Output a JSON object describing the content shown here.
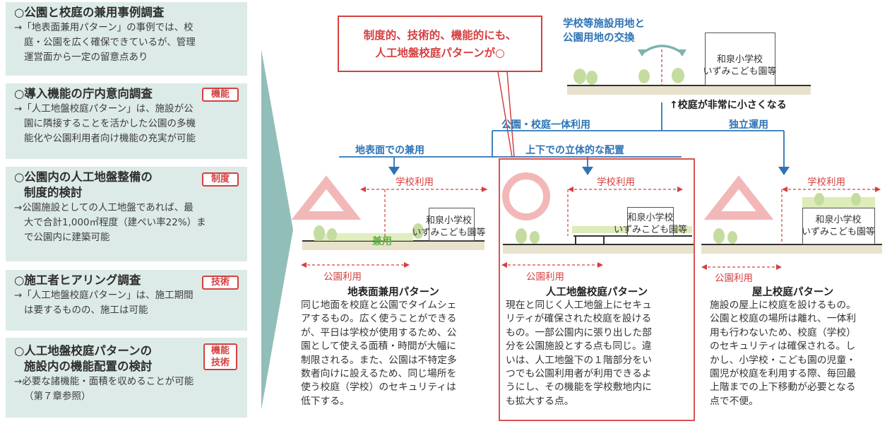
{
  "left_panel": [
    {
      "title": "○公園と校庭の兼用事例調査",
      "tag": "",
      "lines": [
        "→「地表面兼用パターン」の事例では、校",
        "庭・公園を広く確保できているが、管理",
        "運営面から一定の留意点あり"
      ]
    },
    {
      "title": "○導入機能の庁内意向調査",
      "tag": "機能",
      "lines": [
        "→「人工地盤校庭パターン」は、施設が公",
        "園に隣接することを活かした公園の多機",
        "能化や公園利用者向け機能の充実が可能"
      ]
    },
    {
      "title": "○公園内の人工地盤整備の",
      "title2": "制度的検討",
      "tag": "制度",
      "lines": [
        "→公園施設としての人工地盤であれば、最",
        "大で合計1,000㎡程度（建ぺい率22%）ま",
        "で公園内に建築可能"
      ]
    },
    {
      "title": "○施工者ヒアリング調査",
      "tag": "技術",
      "lines": [
        "→「人工地盤校庭パターン」は、施工期間",
        "は要するものの、施工は可能"
      ]
    },
    {
      "title": "○人工地盤校庭パターンの",
      "title2": "施設内の機能配置の検討",
      "tag": "機能",
      "tag2": "技術",
      "lines": [
        "→必要な諸機能・面積を収めることが可能",
        "（第７章参照）"
      ]
    }
  ],
  "callout": {
    "line1": "制度的、技術的、機能的にも、",
    "line2": "人工地盤校庭パターンが○"
  },
  "top_diagram": {
    "title_line1": "学校等施設用地と",
    "title_line2": "公園用地の交換",
    "school_line1": "和泉小学校",
    "school_line2": "いずみこども園等",
    "note": "↑校庭が非常に小さくなる"
  },
  "flow": {
    "joint_use": "公園・校庭一体利用",
    "independent": "独立運用",
    "surface": "地表面での兼用",
    "vertical": "上下での立体的な配置"
  },
  "patterns": [
    {
      "mark": "triangle",
      "school_use": "学校利用",
      "park_use": "公園利用",
      "shared": "兼用",
      "school_line1": "和泉小学校",
      "school_line2": "いずみこども園等",
      "title": "地表面兼用パターン",
      "desc": [
        "同じ地面を校庭と公園でタイムシェ",
        "アするもの。広く使うことができる",
        "が、平日は学校が使用するため、公",
        "園として使える面積・時間が大幅に",
        "制限される。また、公園は不特定多",
        "数者向けに設えるため、同じ場所を",
        "使う校庭（学校）のセキュリティは",
        "低下する。"
      ]
    },
    {
      "mark": "circle",
      "school_use": "学校利用",
      "park_use": "公園利用",
      "school_line1": "和泉小学校",
      "school_line2": "いずみこども園等",
      "title": "人工地盤校庭パターン",
      "desc": [
        "現在と同じく人工地盤上にセキュ",
        "リティが確保された校庭を設ける",
        "もの。一部公園内に張り出した部",
        "分を公園施設とする点も同じ。違",
        "いは、人工地盤下の１階部分をい",
        "つでも公園利用者が利用できるよ",
        "うにし、その機能を学校敷地内に",
        "も拡大する点。"
      ]
    },
    {
      "mark": "triangle",
      "school_use": "学校利用",
      "park_use": "公園利用",
      "school_line1": "和泉小学校",
      "school_line2": "いずみこども園等",
      "title": "屋上校庭パターン",
      "desc": [
        "施設の屋上に校庭を設けるもの。",
        "公園と校庭の場所は離れ、一体利",
        "用も行わないため、校庭（学校）",
        "のセキュリティは確保される。し",
        "かし、小学校・こども園の児童・",
        "園児が校庭を利用する際、毎回最",
        "上階までの上下移動が必要となる",
        "点で不便。"
      ]
    }
  ],
  "colors": {
    "panel_bg": "#ddebe8",
    "accent_red": "#d64040",
    "accent_blue": "#2e74b5",
    "mark_pink": "#f2b8b8",
    "ground": "#e8e2cc",
    "green": "#5fb046",
    "arrow_teal": "#7fb3ad"
  }
}
